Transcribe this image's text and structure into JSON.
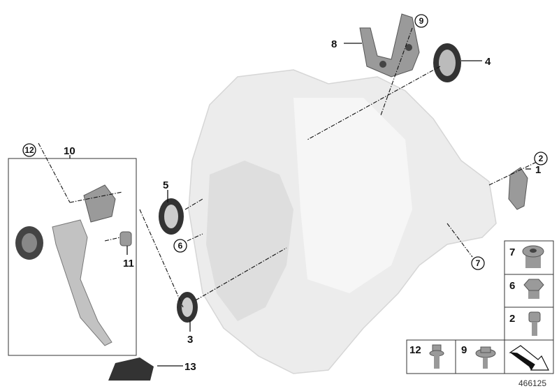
{
  "diagram_id": "466125",
  "callouts": {
    "c1": "1",
    "c2": "2",
    "c3": "3",
    "c4": "4",
    "c5": "5",
    "c6": "6",
    "c7": "7",
    "c8": "8",
    "c9": "9",
    "c10": "10",
    "c11": "11",
    "c12": "12",
    "c13": "13"
  },
  "legend": {
    "items": [
      {
        "label": "7",
        "part": "screw-plug-hex-socket"
      },
      {
        "label": "6",
        "part": "screw-plug-hex"
      },
      {
        "label": "2",
        "part": "torx-bolt"
      },
      {
        "label": "12",
        "part": "torx-bolt-flange"
      },
      {
        "label": "9",
        "part": "hex-bolt-washer"
      }
    ],
    "arrow_icon": "direction-arrow-icon"
  },
  "colors": {
    "part": "#9a9a9a",
    "housing": "#ececec",
    "line": "#111111"
  }
}
